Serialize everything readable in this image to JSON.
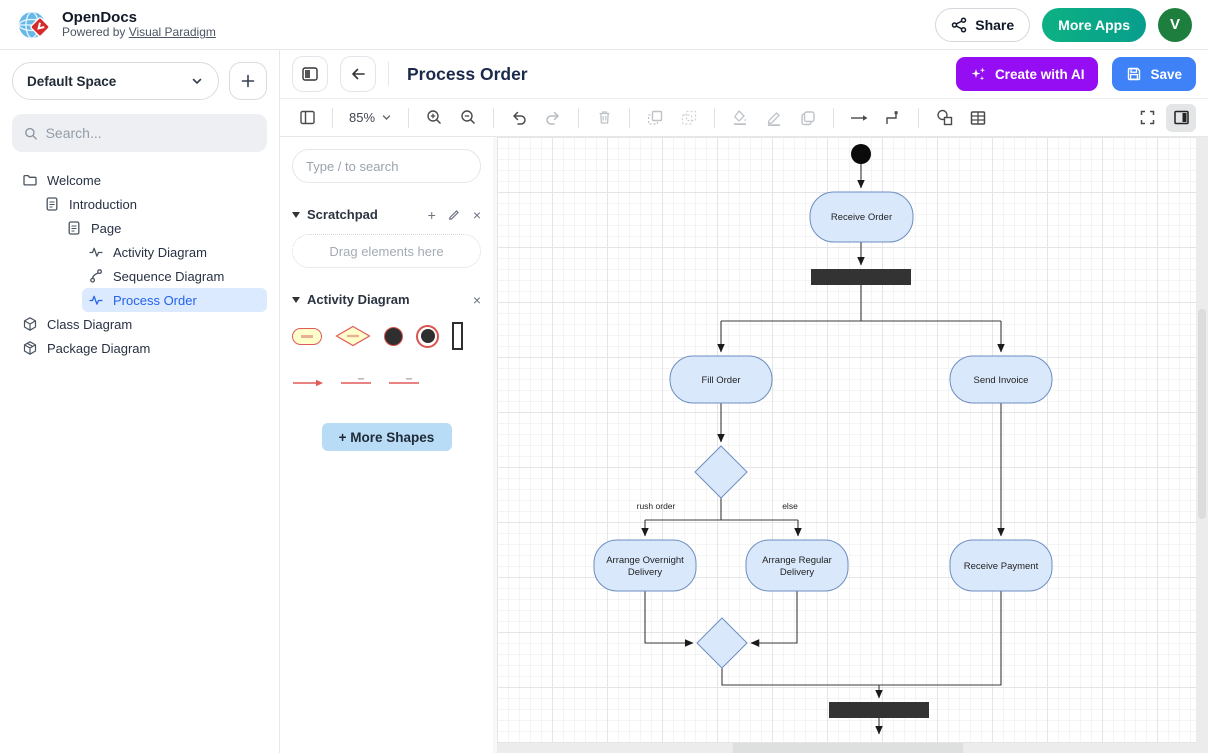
{
  "app_bar": {
    "title": "OpenDocs",
    "powered_by": "Powered by",
    "powered_by_link": "Visual Paradigm",
    "share": "Share",
    "more_apps": "More Apps",
    "avatar_initial": "V"
  },
  "sidebar": {
    "space": "Default Space",
    "search_placeholder": "Search...",
    "tree": [
      {
        "label": "Welcome",
        "icon": "folder-icon",
        "indent": 0,
        "selected": false
      },
      {
        "label": "Introduction",
        "icon": "document-icon",
        "indent": 1,
        "selected": false
      },
      {
        "label": "Page",
        "icon": "document-icon",
        "indent": 2,
        "selected": false
      },
      {
        "label": "Activity Diagram",
        "icon": "activity-icon",
        "indent": 3,
        "selected": false
      },
      {
        "label": "Sequence Diagram",
        "icon": "sequence-icon",
        "indent": 3,
        "selected": false
      },
      {
        "label": "Process Order",
        "icon": "activity-icon",
        "indent": 3,
        "selected": true
      },
      {
        "label": "Class Diagram",
        "icon": "cube-icon",
        "indent": 0,
        "selected": false
      },
      {
        "label": "Package Diagram",
        "icon": "package-icon",
        "indent": 0,
        "selected": false
      }
    ]
  },
  "editor": {
    "title": "Process Order",
    "create_ai": "Create with AI",
    "save": "Save",
    "zoom": "85%"
  },
  "shapes_panel": {
    "search_placeholder": "Type / to search",
    "scratchpad_title": "Scratchpad",
    "drag_hint": "Drag elements here",
    "section_title": "Activity Diagram",
    "more_shapes": "+ More Shapes"
  },
  "diagram": {
    "type": "uml-activity",
    "nodes": {
      "receive_order": "Receive Order",
      "fill_order": "Fill Order",
      "send_invoice": "Send Invoice",
      "arrange_overnight_l1": "Arrange Overnight",
      "arrange_overnight_l2": "Delivery",
      "arrange_regular_l1": "Arrange Regular",
      "arrange_regular_l2": "Delivery",
      "receive_payment": "Receive Payment"
    },
    "edge_labels": {
      "rush": "rush order",
      "else": "else"
    },
    "colors": {
      "node_fill": "#dae8fc",
      "node_border": "#6c8ebf",
      "bar": "#333333",
      "edge": "#3b3b3b",
      "accent_selected": "#2563eb"
    }
  },
  "icons": {
    "share": "share-nodes",
    "sparkles": "ai-sparkles",
    "save": "floppy-disk",
    "zoom_in": "magnifier-plus",
    "zoom_out": "magnifier-minus",
    "undo": "arrow-undo",
    "redo": "arrow-redo",
    "delete": "trash",
    "to_front": "bring-to-front",
    "to_back": "send-to-back",
    "fill_color": "paint-bucket",
    "line_color": "pencil",
    "shape_style": "overlap-squares",
    "connector": "straight-arrow",
    "elbow": "elbow-connector",
    "insert_shape": "circle-square",
    "table": "table-grid",
    "fullscreen": "expand-corners",
    "format_panel": "panel-right"
  }
}
